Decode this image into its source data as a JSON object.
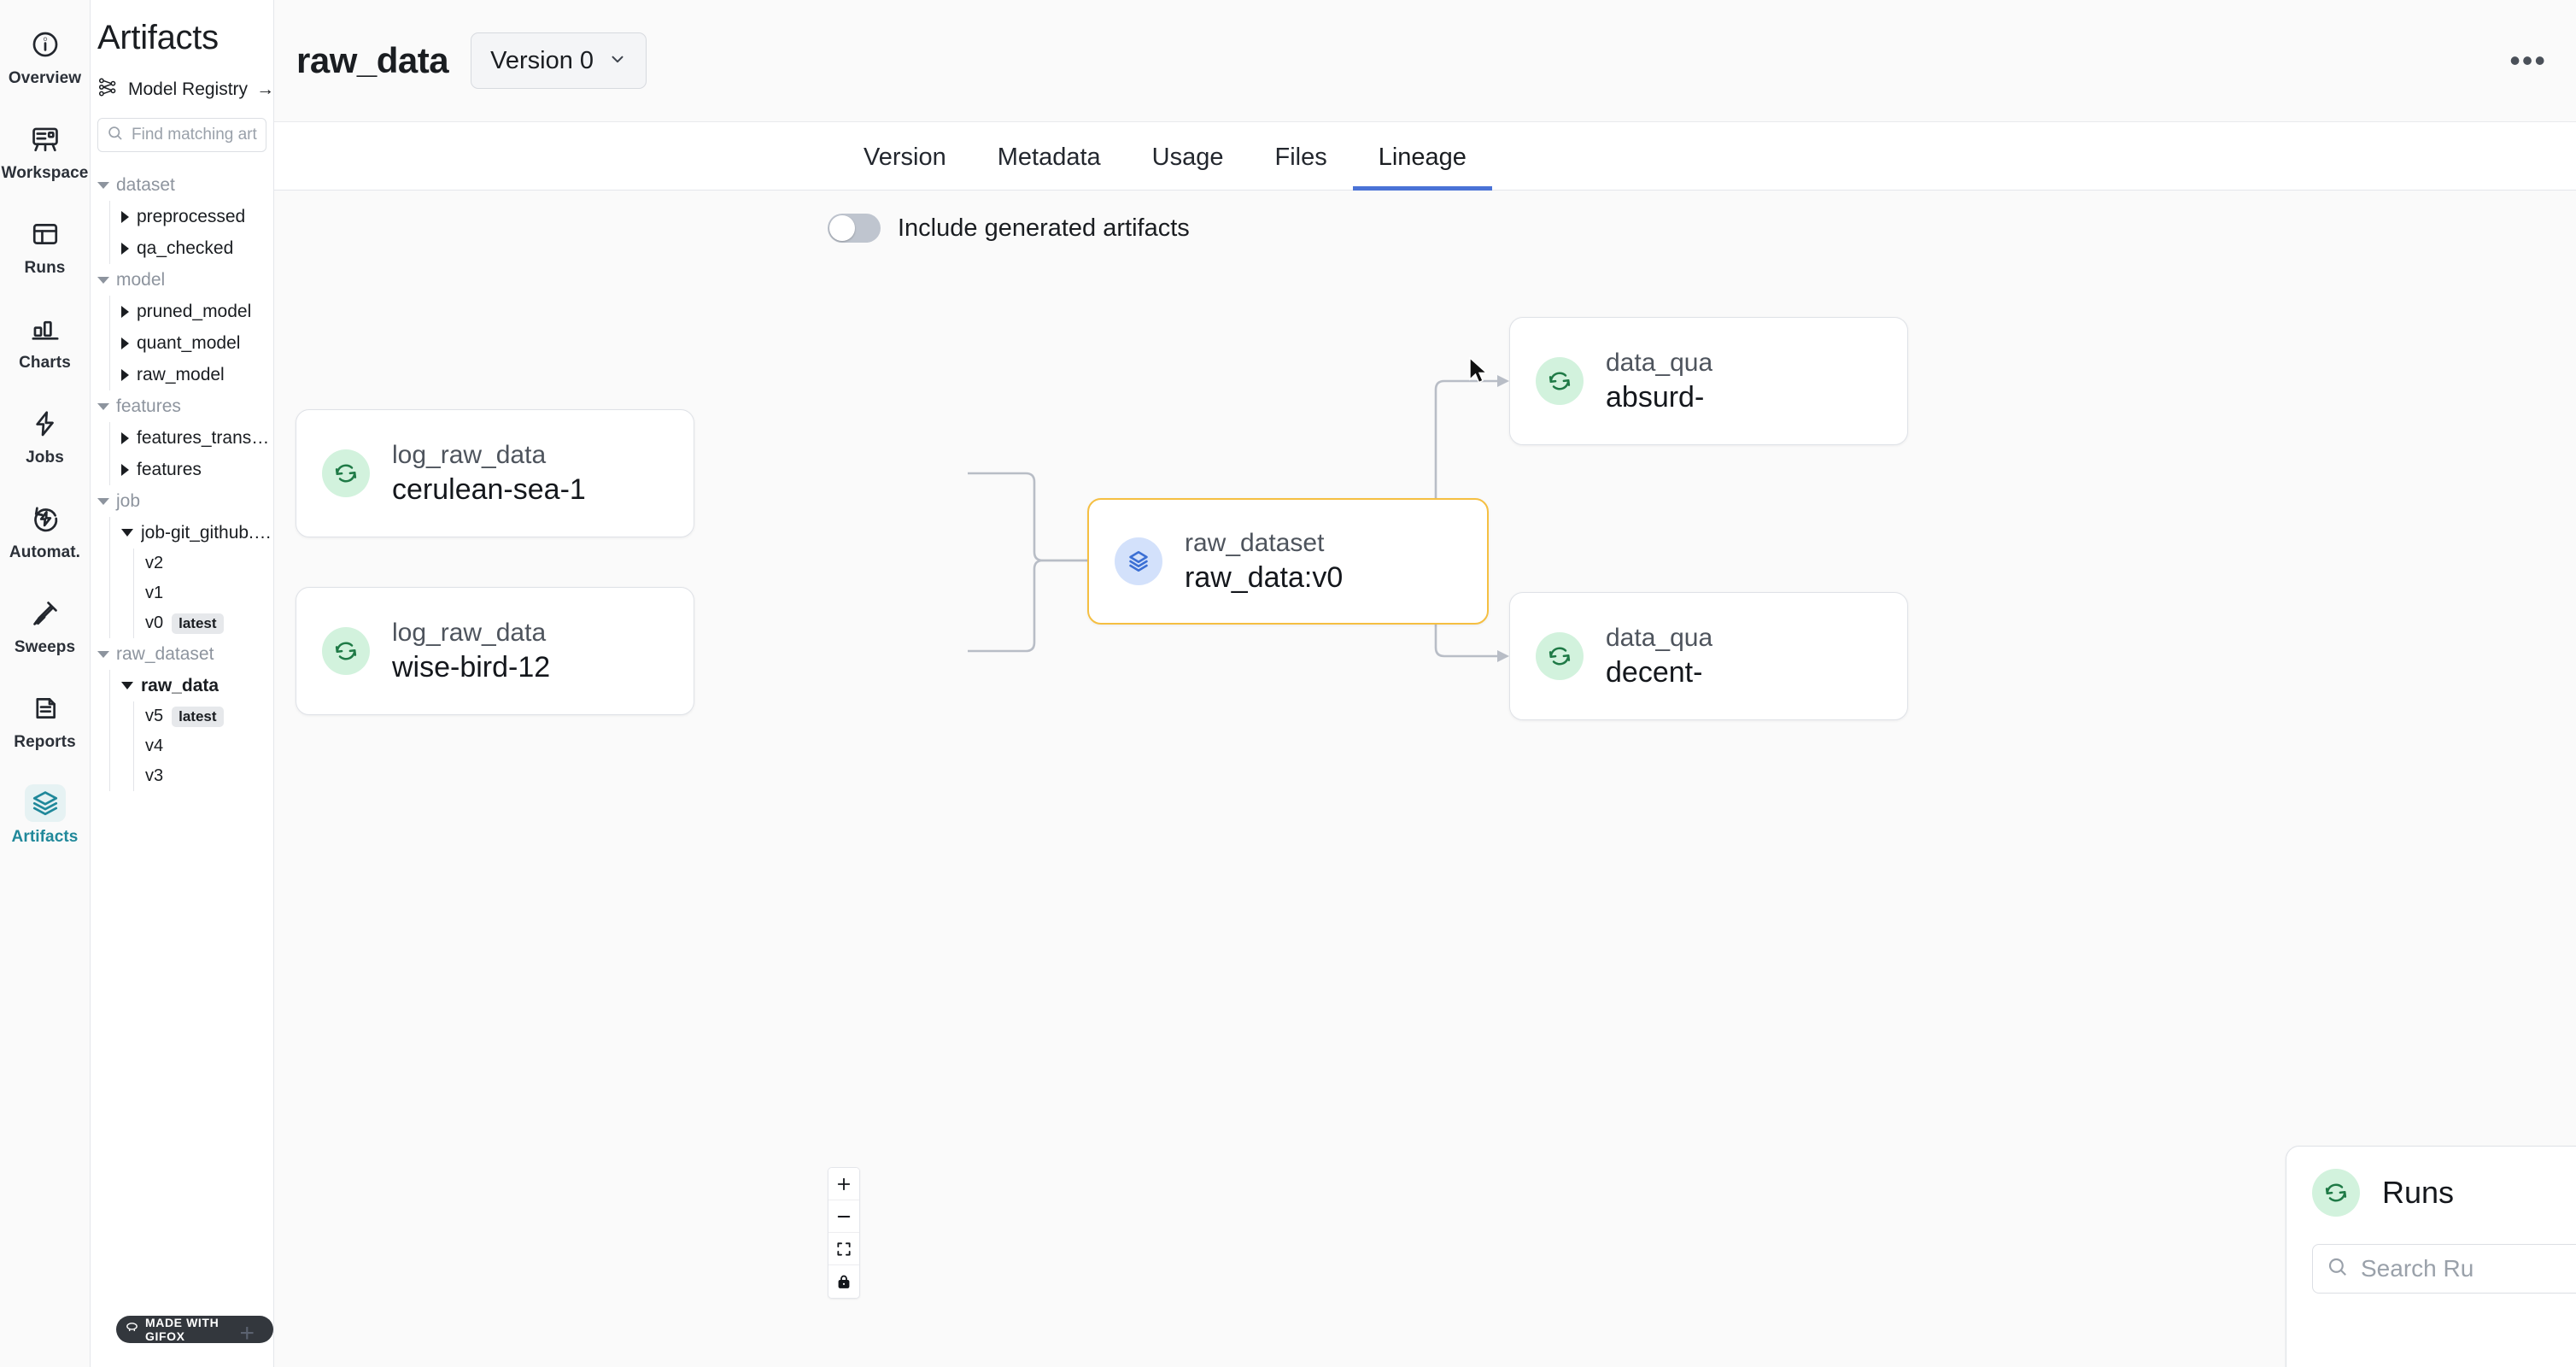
{
  "rail": {
    "items": [
      {
        "label": "Overview",
        "icon": "info-circle-icon",
        "active": false
      },
      {
        "label": "Workspace",
        "icon": "workspace-icon",
        "active": false
      },
      {
        "label": "Runs",
        "icon": "table-icon",
        "active": false
      },
      {
        "label": "Charts",
        "icon": "bar-chart-icon",
        "active": false
      },
      {
        "label": "Jobs",
        "icon": "bolt-icon",
        "active": false
      },
      {
        "label": "Automat.",
        "icon": "automation-icon",
        "active": false
      },
      {
        "label": "Sweeps",
        "icon": "broom-icon",
        "active": false
      },
      {
        "label": "Reports",
        "icon": "report-icon",
        "active": false
      },
      {
        "label": "Artifacts",
        "icon": "layers-icon",
        "active": true
      }
    ]
  },
  "panel": {
    "title": "Artifacts",
    "model_registry_label": "Model Registry",
    "model_registry_arrow": "→",
    "search_placeholder": "Find matching artifacts",
    "tree": [
      {
        "group": "dataset",
        "expanded": true,
        "items": [
          {
            "label": "preprocessed",
            "expanded": false,
            "versions": []
          },
          {
            "label": "qa_checked",
            "expanded": false,
            "versions": []
          }
        ]
      },
      {
        "group": "model",
        "expanded": true,
        "items": [
          {
            "label": "pruned_model",
            "expanded": false,
            "versions": []
          },
          {
            "label": "quant_model",
            "expanded": false,
            "versions": []
          },
          {
            "label": "raw_model",
            "expanded": false,
            "versions": []
          }
        ]
      },
      {
        "group": "features",
        "expanded": true,
        "items": [
          {
            "label": "features_transformed",
            "expanded": false,
            "versions": []
          },
          {
            "label": "features",
            "expanded": false,
            "versions": []
          }
        ]
      },
      {
        "group": "job",
        "expanded": true,
        "items": [
          {
            "label": "job-git_github.com_wa…",
            "expanded": true,
            "versions": [
              {
                "label": "v2",
                "badge": ""
              },
              {
                "label": "v1",
                "badge": ""
              },
              {
                "label": "v0",
                "badge": "latest"
              }
            ]
          }
        ]
      },
      {
        "group": "raw_dataset",
        "expanded": true,
        "items": [
          {
            "label": "raw_data",
            "expanded": true,
            "selected": true,
            "versions": [
              {
                "label": "v5",
                "badge": "latest"
              },
              {
                "label": "v4",
                "badge": ""
              },
              {
                "label": "v3",
                "badge": ""
              }
            ]
          }
        ]
      }
    ],
    "watermark": "MADE WITH GIFOX",
    "add_button": "+"
  },
  "header": {
    "artifact_name": "raw_data",
    "version_selector": "Version 0",
    "overflow_menu": "•••"
  },
  "tabs": [
    {
      "label": "Version",
      "active": false
    },
    {
      "label": "Metadata",
      "active": false
    },
    {
      "label": "Usage",
      "active": false
    },
    {
      "label": "Files",
      "active": false
    },
    {
      "label": "Lineage",
      "active": true
    }
  ],
  "toolbar": {
    "include_generated_label": "Include generated artifacts",
    "toggle_on": false
  },
  "lineage": {
    "nodes": [
      {
        "id": "n1",
        "kind": "run",
        "sub": "log_raw_data",
        "name": "cerulean-sea-1",
        "selected": false
      },
      {
        "id": "n2",
        "kind": "run",
        "sub": "log_raw_data",
        "name": "wise-bird-12",
        "selected": false
      },
      {
        "id": "n3",
        "kind": "dataset",
        "sub": "raw_dataset",
        "name": "raw_data:v0",
        "selected": true
      },
      {
        "id": "n4",
        "kind": "run",
        "sub": "data_qua",
        "name": "absurd-",
        "selected": false
      },
      {
        "id": "n5",
        "kind": "run",
        "sub": "data_qua",
        "name": "decent-",
        "selected": false
      }
    ],
    "edges": [
      {
        "from": "n1",
        "to": "n3"
      },
      {
        "from": "n2",
        "to": "n3"
      },
      {
        "from": "n3",
        "to": "n4"
      },
      {
        "from": "n3",
        "to": "n5"
      }
    ]
  },
  "zoom_controls": {
    "zoom_in": "zoom-in-icon",
    "zoom_out": "zoom-out-icon",
    "fit": "fit-screen-icon",
    "lock": "lock-icon"
  },
  "runs_panel": {
    "title": "Runs",
    "search_placeholder": "Search Ru"
  },
  "colors": {
    "accent_teal": "#20889a",
    "tab_active": "#4a72d6",
    "selected_node": "#f5bf42",
    "run_icon_bg": "#d2f2dd",
    "run_icon_fg": "#1f7a46",
    "dataset_icon_bg": "#d3e1fb",
    "dataset_icon_fg": "#3b6fd4"
  }
}
